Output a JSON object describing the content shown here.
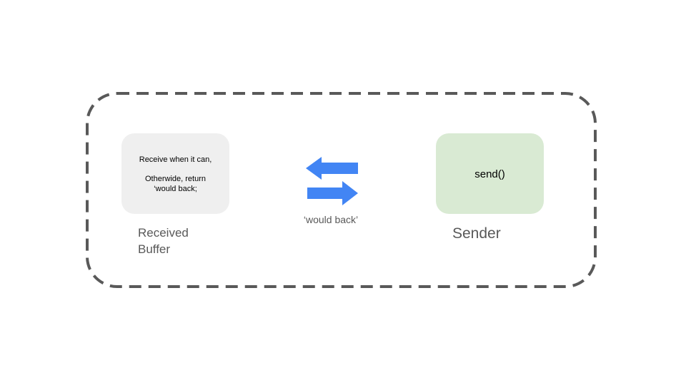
{
  "colors": {
    "frame_stroke": "#595959",
    "buffer_fill": "#efefef",
    "sender_fill": "#d9ead3",
    "arrow_fill": "#4285f4",
    "label_text": "#595959",
    "box_text": "#000000"
  },
  "buffer": {
    "line1": "Receive when it can,",
    "line2": "Otherwide, return",
    "line3": "‘would back;",
    "label_line1": "Received",
    "label_line2": "Buffer"
  },
  "arrows": {
    "label": "‘would back’",
    "icon": "bidirectional-arrows-icon"
  },
  "sender": {
    "call": "send()",
    "label": "Sender"
  }
}
